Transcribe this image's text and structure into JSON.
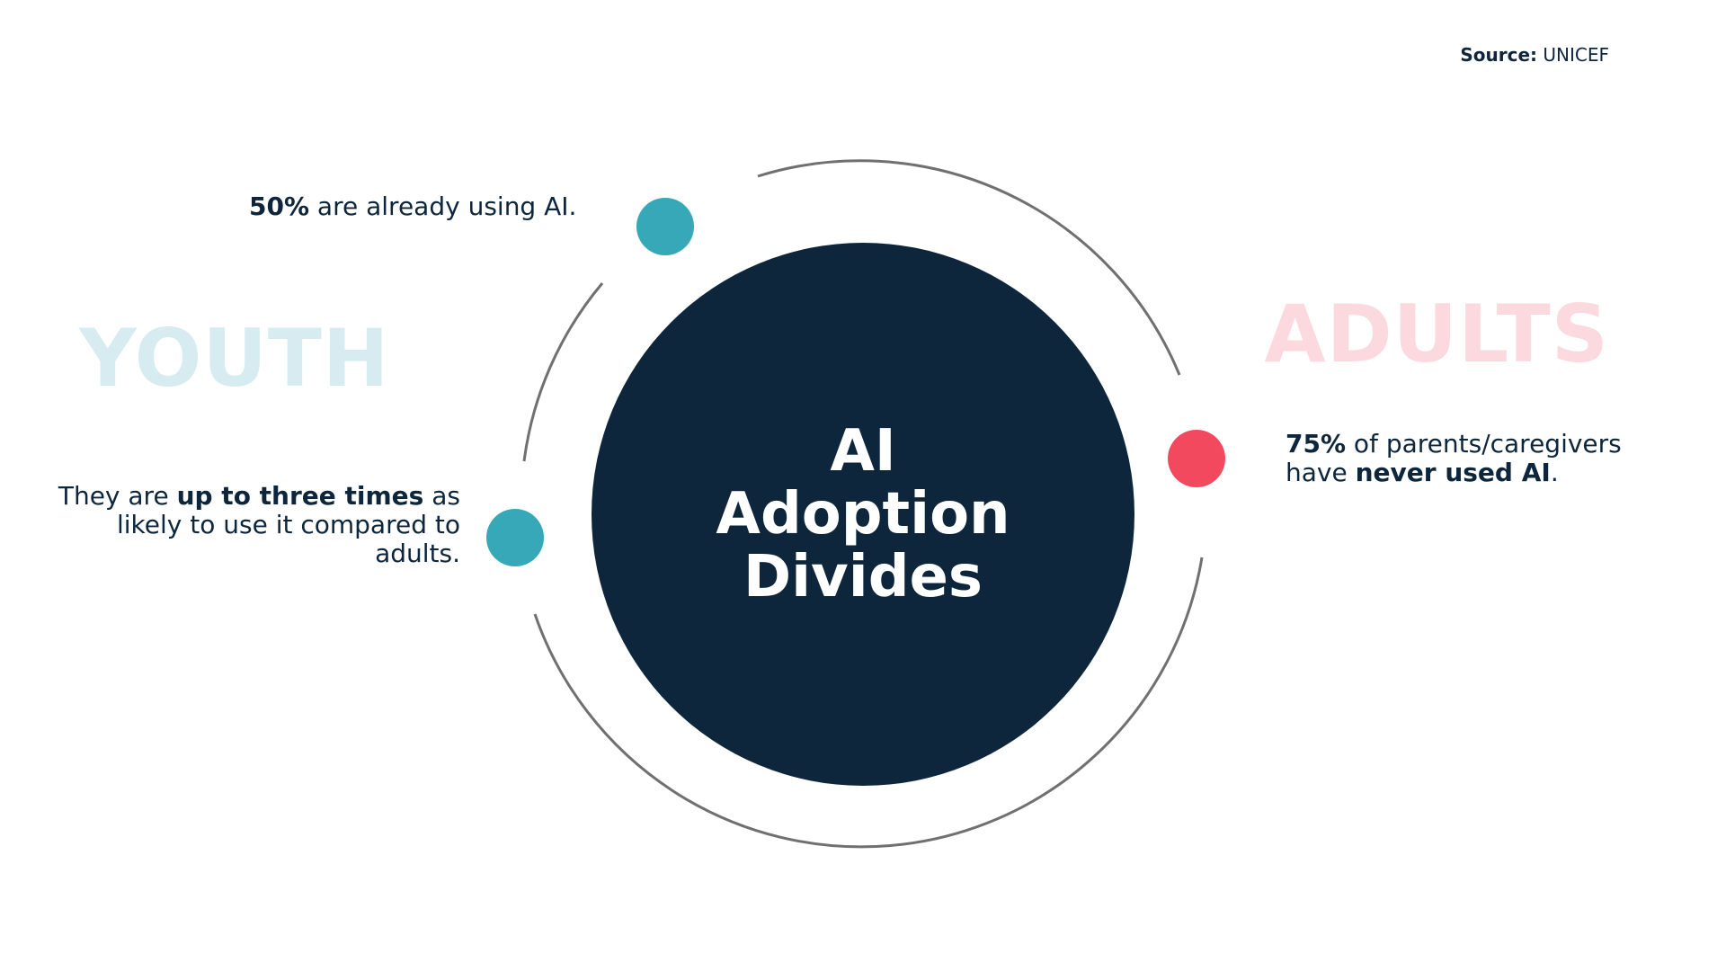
{
  "source": {
    "label": "Source:",
    "value": "UNICEF"
  },
  "title": {
    "line1": "AI",
    "line2": "Adoption",
    "line3": "Divides"
  },
  "groups": {
    "youth": {
      "label": "YOUTH",
      "color": "#d6ecf0",
      "dot_color": "#37a8b8",
      "stat1": {
        "bold": "50%",
        "text": " are already using AI."
      },
      "stat2": {
        "pre": "They are ",
        "bold": "up to three times",
        "post": " as likely to use it compared to adults."
      }
    },
    "adults": {
      "label": "ADULTS",
      "color": "#fcd9df",
      "dot_color": "#f2495f",
      "stat1": {
        "bold": "75%",
        "text": " of parents/caregivers have ",
        "bold2": "never used AI",
        "end": "."
      }
    }
  },
  "colors": {
    "center_circle": "#0d263c",
    "ring": "#707070",
    "text": "#0d263c"
  }
}
